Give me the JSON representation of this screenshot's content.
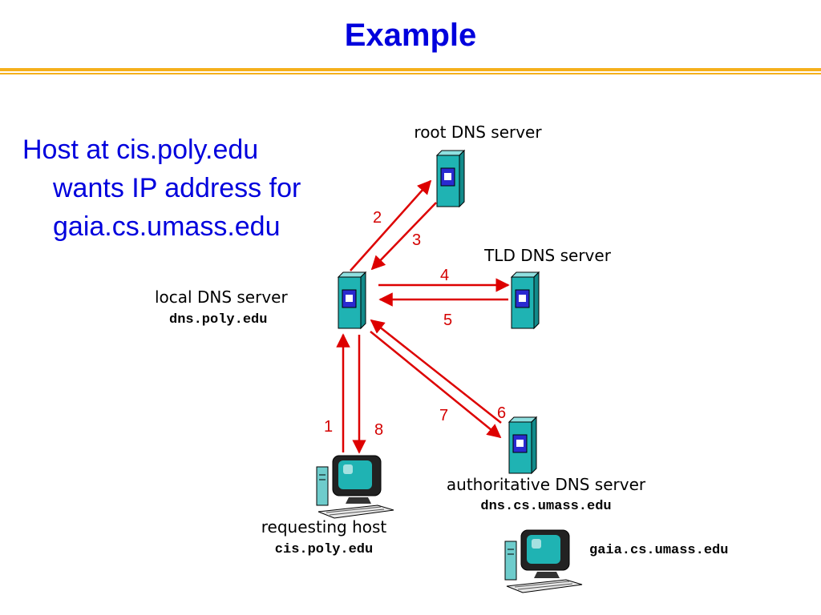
{
  "title": "Example",
  "question": {
    "line1": "Host at cis.poly.edu",
    "line2": "wants IP address for",
    "line3": "gaia.cs.umass.edu"
  },
  "nodes": {
    "root": {
      "label": "root DNS server"
    },
    "tld": {
      "label": "TLD DNS server"
    },
    "local": {
      "label": "local DNS server",
      "hostname": "dns.poly.edu"
    },
    "authoritative": {
      "label": "authoritative DNS server",
      "hostname": "dns.cs.umass.edu"
    },
    "requesting": {
      "label": "requesting host",
      "hostname": "cis.poly.edu"
    },
    "target": {
      "hostname": "gaia.cs.umass.edu"
    }
  },
  "steps": [
    "1",
    "2",
    "3",
    "4",
    "5",
    "6",
    "7",
    "8"
  ],
  "colors": {
    "title": "#0000dd",
    "rule": "#f5b01c",
    "arrow": "#dd0000",
    "server_body": "#1fb3b3",
    "server_panel": "#2a2ad0"
  },
  "icons": {
    "server": "server-tower-icon",
    "host": "desktop-computer-icon"
  }
}
